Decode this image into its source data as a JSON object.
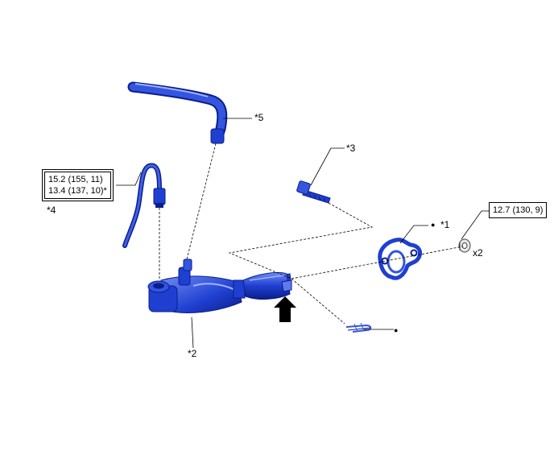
{
  "callouts": {
    "part1": "*1",
    "part2": "*2",
    "part3": "*3",
    "part4": "*4",
    "part5": "*5"
  },
  "bullets": {
    "part1": "●",
    "clip": "●"
  },
  "torques": {
    "part4_line1": "15.2 (155, 11)",
    "part4_line2": "13.4 (137, 10)*",
    "nut": "12.7 (130, 9)"
  },
  "quantity": "x2",
  "colors": {
    "part_blue": "#1f3fd0",
    "part_dark": "#0a1e8a",
    "part_light": "#5d7af0",
    "line": "#000000"
  },
  "icons": [
    "arrow-up-icon"
  ]
}
